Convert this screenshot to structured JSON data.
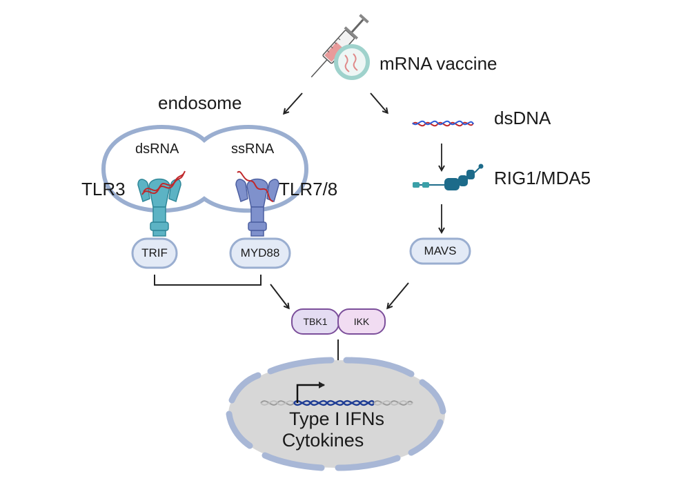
{
  "labels": {
    "vaccine": "mRNA vaccine",
    "endosome": "endosome",
    "dsdna": "dsDNA",
    "rig": "RIG1/MDA5",
    "dsrna": "dsRNA",
    "ssrna": "ssRNA",
    "tlr3": "TLR3",
    "tlr78": "TLR7/8",
    "trif": "TRIF",
    "myd88": "MYD88",
    "mavs": "MAVS",
    "tbk1": "TBK1",
    "ikk": "IKK",
    "output_line1": "Type I IFNs",
    "output_line2": "Cytokines"
  },
  "colors": {
    "membrane": "#9aaed0",
    "membrane_fill": "#ffffff",
    "tlr3": "#5cb3c4",
    "tlr78": "#7f91cc",
    "rna": "#c0282b",
    "pill_fill": "#e3eaf6",
    "pill_border": "#9aaed0",
    "tbk1_fill": "#e4dcf2",
    "ikk_fill": "#f1dcf2",
    "kinase_border": "#7b4e9a",
    "rig_color": "#1d6b8a",
    "nucleus_fill": "#d7d7d7",
    "dna_blue": "#1f3d94",
    "arrow": "#222222"
  }
}
